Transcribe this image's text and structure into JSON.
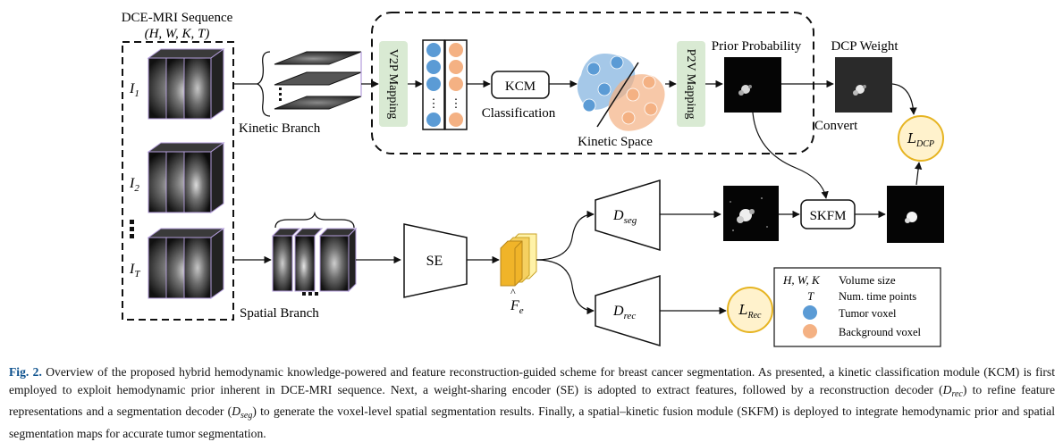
{
  "diagram": {
    "title_line1": "DCE-MRI Sequence",
    "title_line2": "(H, W, K, T)",
    "inputs": [
      "I",
      "I",
      "I"
    ],
    "input_subs": [
      "1",
      "2",
      "T"
    ],
    "kinetic_branch": "Kinetic Branch",
    "spatial_branch": "Spatial Branch",
    "v2p_mapping": "V2P Mapping",
    "p2v_mapping": "P2V Mapping",
    "kcm": "KCM",
    "classification": "Classification",
    "kinetic_space": "Kinetic Space",
    "prior_probability": "Prior Probability",
    "dcp_weight": "DCP Weight",
    "convert": "Convert",
    "loss_dcp": "L",
    "loss_dcp_sub": "DCP",
    "loss_rec": "L",
    "loss_rec_sub": "Rec",
    "se": "SE",
    "f_e": "F",
    "f_e_sub": "e",
    "d_seg": "D",
    "d_seg_sub": "seg",
    "d_rec": "D",
    "d_rec_sub": "rec",
    "skfm": "SKFM",
    "ellipsis": "⋮",
    "legend": {
      "items": [
        {
          "key": "H, W, K",
          "label": "Volume size"
        },
        {
          "key": "T",
          "label": "Num. time points"
        },
        {
          "key": "",
          "label": "Tumor voxel"
        },
        {
          "key": "",
          "label": "Background voxel"
        }
      ]
    },
    "colors": {
      "tumor": "#5b9bd5",
      "background": "#f4b183",
      "mapping_box": "#d9ead3",
      "loss_fill": "#fff2cc",
      "loss_stroke": "#e6b422",
      "feature": "#f5c242",
      "frame": "#b39ddb"
    }
  },
  "caption": {
    "label": "Fig. 2.",
    "p1": " Overview of the proposed hybrid hemodynamic knowledge-powered and feature reconstruction-guided scheme for breast cancer segmentation. As presented, a kinetic classification module (KCM) is first employed to exploit hemodynamic prior inherent in DCE-MRI sequence. Next, a weight-sharing encoder (SE) is adopted to extract features, followed by a reconstruction decoder (",
    "drec": "D",
    "drec_sub": "rec",
    "p2": ") to refine feature representations and a segmentation decoder (",
    "dseg": "D",
    "dseg_sub": "seg",
    "p3": ") to generate the voxel-level spatial segmentation results. Finally, a spatial–kinetic fusion module (SKFM) is deployed to integrate hemodynamic prior and spatial segmentation maps for accurate tumor segmentation."
  }
}
